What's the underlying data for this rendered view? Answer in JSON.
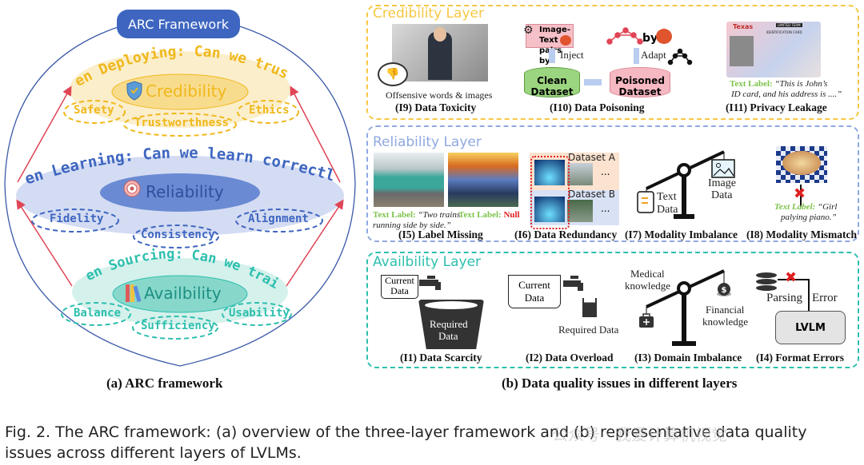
{
  "left_panel": {
    "title": "ARC Framework",
    "caption": "(a) ARC framework",
    "colors": {
      "circle": "#3b5aa8",
      "arrows": "#e04555",
      "credibility": "#f0b81c",
      "reliability": "#3e66c0",
      "availability": "#2dbfae"
    },
    "credibility": {
      "question": "When Deploying: Can we trust?",
      "label": "Credibility",
      "icon": "shield-check-icon",
      "aspects": [
        "Safety",
        "Trustworthness",
        "Ethics"
      ]
    },
    "reliability": {
      "question": "When Learning: Can we learn correctly?",
      "label": "Reliability",
      "icon": "target-icon",
      "aspects": [
        "Fidelity",
        "Consistency",
        "Alignment"
      ]
    },
    "availability": {
      "question": "When Sourcing: Can we train?",
      "label": "Availbility",
      "icon": "books-icon",
      "aspects": [
        "Balance",
        "Sufficiency",
        "Usability"
      ]
    }
  },
  "right_panel": {
    "caption": "(b) Data quality issues in different layers",
    "credibility_layer": {
      "title": "Credibility Layer",
      "color": "#f5c842",
      "issues": [
        {
          "id": "I9",
          "title": "(I9) Data Toxicity",
          "note": "Offsensive words & images"
        },
        {
          "id": "I10",
          "title": "(I10) Data Poisoning",
          "pairs_label_1": "Image-Text",
          "pairs_label_2": "pairs by",
          "inject": "Inject",
          "clean_1": "Clean",
          "clean_2": "Dataset",
          "poisoned_1": "Poisoned",
          "poisoned_2": "Dataset",
          "by": "by",
          "adapt": "Adapt"
        },
        {
          "id": "I11",
          "title": "(I11) Privacy Leakage",
          "text_label": "Text Label:",
          "quote_1": "“This is John’s",
          "quote_2": "ID card, and his address is ....”",
          "card_state": "Texas",
          "card_type": "IDENTIFICATION CARD",
          "card_tag": "LIMITED TERM"
        }
      ]
    },
    "reliability_layer": {
      "title": "Reliability Layer",
      "color": "#8fa9e0",
      "issues": [
        {
          "id": "I5",
          "title": "(I5) Label Missing",
          "text_label": "Text Label:",
          "quote_1": "“Two trains",
          "quote_2": "running side by side.”",
          "text_label_2": "Text Label:",
          "null_value": "Null"
        },
        {
          "id": "I6",
          "title": "(I6) Data Redundancy",
          "dataset_a": "Dataset A",
          "dataset_b": "Dataset B",
          "ellipsis": "..."
        },
        {
          "id": "I7",
          "title": "(I7) Modality Imbalance",
          "text_1": "Text",
          "text_2": "Data",
          "image_1": "Image",
          "image_2": "Data"
        },
        {
          "id": "I8",
          "title": "(I8) Modality Mismatch",
          "text_label": "Text Label:",
          "quote_1": "“Girl",
          "quote_2": "palying piano.”"
        }
      ]
    },
    "availability_layer": {
      "title": "Availbility Layer",
      "color": "#2dbfae",
      "issues": [
        {
          "id": "I1",
          "title": "(I1) Data  Scarcity",
          "current_1": "Current",
          "current_2": "Data",
          "required_1": "Required",
          "required_2": "Data"
        },
        {
          "id": "I2",
          "title": "(I2) Data  Overload",
          "current_1": "Current",
          "current_2": "Data",
          "required": "Required Data"
        },
        {
          "id": "I3",
          "title": "(I3) Domain Imbalance",
          "medical_1": "Medical",
          "medical_2": "knowledge",
          "financial_1": "Financial",
          "financial_2": "knowledge"
        },
        {
          "id": "I4",
          "title": "(I4) Format Errors",
          "parsing": "Parsing",
          "error": "Error",
          "model": "LVLM"
        }
      ]
    }
  },
  "figure_caption": {
    "line_1": "Fig. 2.  The ARC framework: (a) overview of the three-layer framework and (b) representative data quality",
    "line_2": "issues across different layers of LVLMs."
  },
  "watermark": "公众号 · 我爱计算机视觉"
}
